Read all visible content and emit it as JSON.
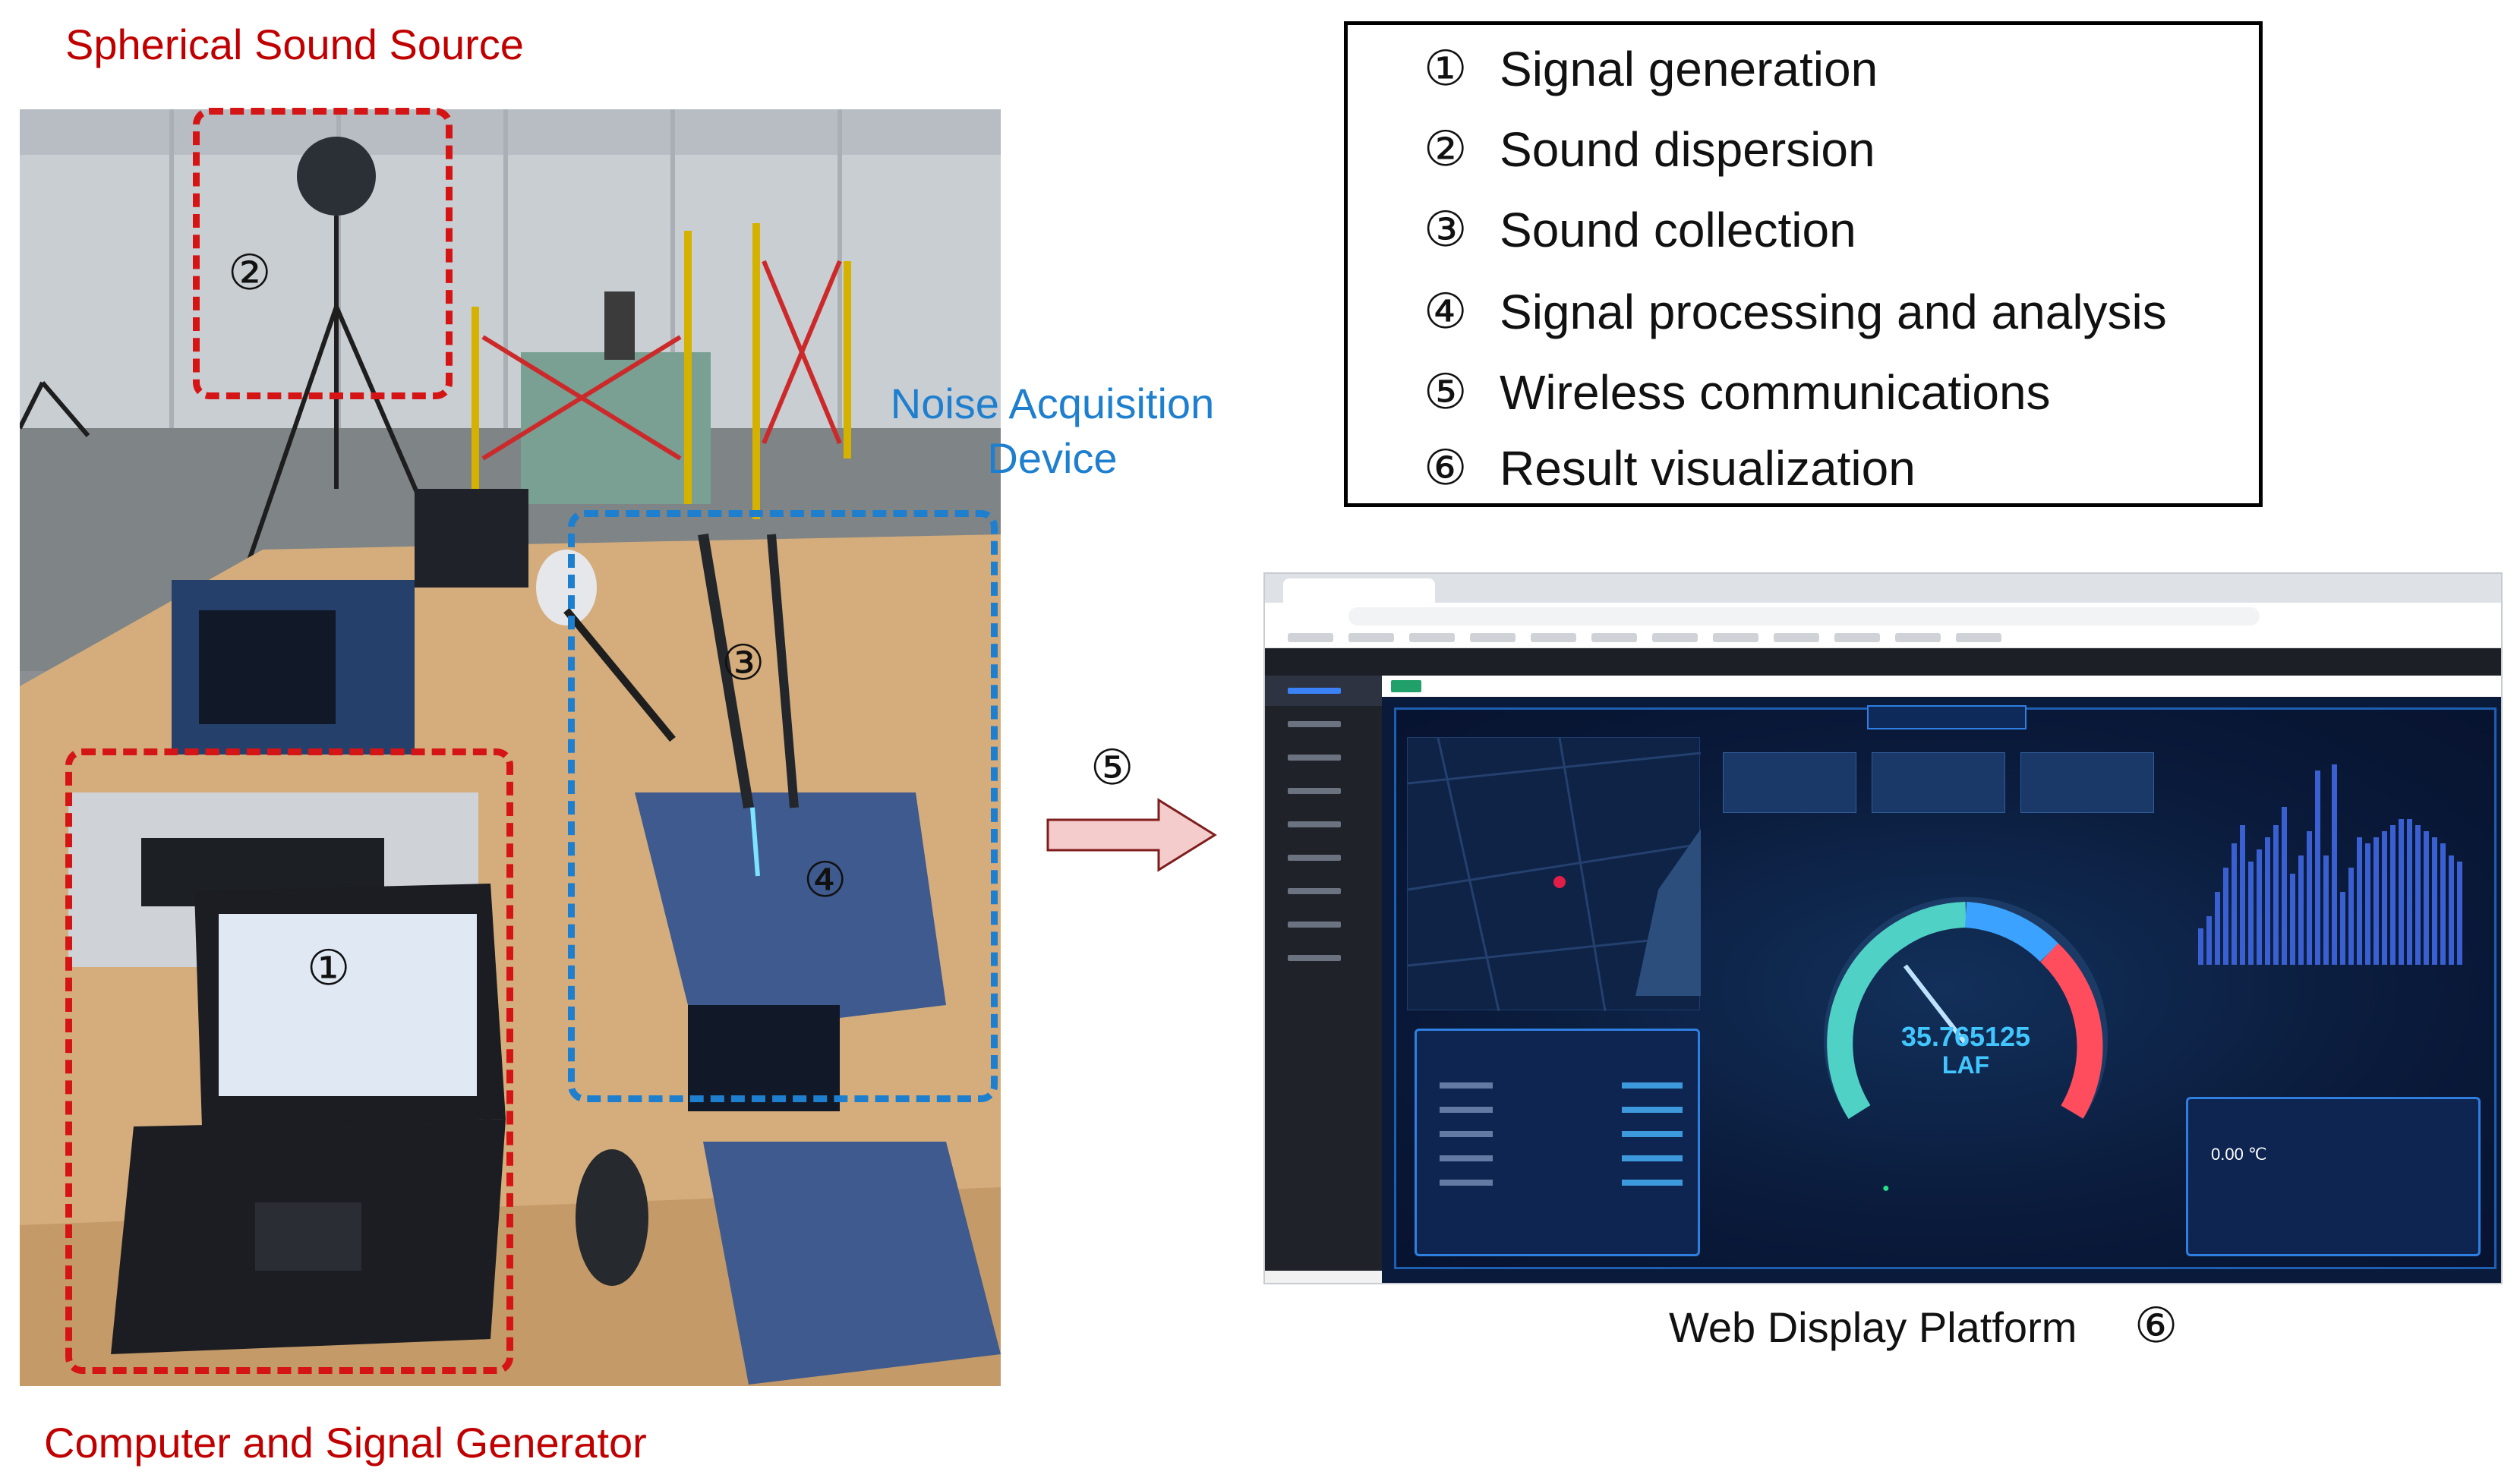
{
  "labels": {
    "spherical_source": "Spherical Sound Source",
    "noise_device_line1": "Noise Acquisition",
    "noise_device_line2": "Device",
    "computer_generator": "Computer and Signal Generator",
    "web_platform": "Web Display Platform"
  },
  "markers": {
    "m1": "①",
    "m2": "②",
    "m3": "③",
    "m4": "④",
    "m5": "⑤",
    "m6": "⑥"
  },
  "legend": [
    {
      "num": "①",
      "text": "Signal generation"
    },
    {
      "num": "②",
      "text": "Sound dispersion"
    },
    {
      "num": "③",
      "text": "Sound collection"
    },
    {
      "num": "④",
      "text": "Signal processing and analysis"
    },
    {
      "num": "⑤",
      "text": "Wireless communications"
    },
    {
      "num": "⑥",
      "text": "Result visualization"
    }
  ],
  "dashboard": {
    "gauge_value": "35.765125",
    "gauge_unit": "LAF",
    "gauge_level": 0.36,
    "weather_temp": "0.00 ℃"
  },
  "colors": {
    "red": "#c00000",
    "dash_red": "#d51515",
    "blue": "#1f7fcf",
    "arrow_fill": "#f4cccc",
    "arrow_stroke": "#7f1d1d"
  }
}
